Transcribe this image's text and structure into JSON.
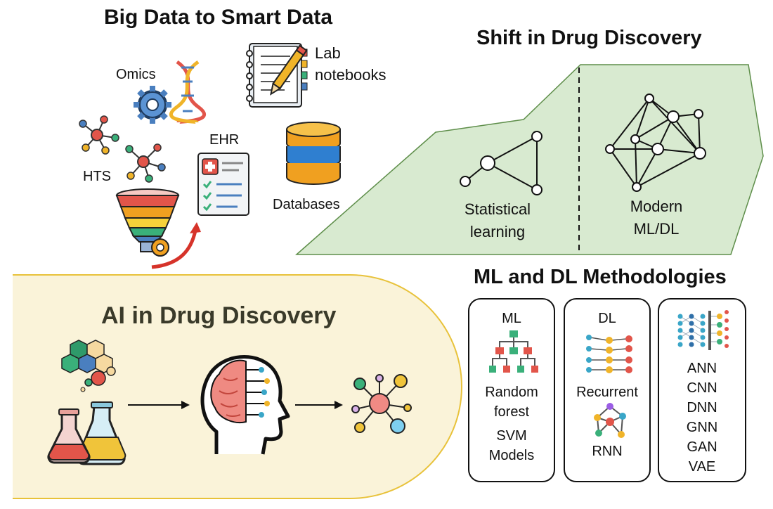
{
  "big_data": {
    "title": "Big Data to Smart Data",
    "labels": {
      "omics": "Omics",
      "lab_notebooks": "Lab\nnotebooks",
      "hts": "HTS",
      "ehr": "EHR",
      "databases": "Databases"
    }
  },
  "shift": {
    "title": "Shift in Drug Discovery",
    "statistical": "Statistical\nlearning",
    "modern": "Modern\nML/DL",
    "background_color": "#d8ead0"
  },
  "ai_panel": {
    "title": "AI in Drug Discovery",
    "background_color": "#faf3d9",
    "border_color": "#e8c23a"
  },
  "methodologies": {
    "title": "ML and DL Methodologies",
    "ml": {
      "header": "ML",
      "items": [
        "Random\nforest",
        "SVM",
        "Models"
      ]
    },
    "dl": {
      "header": "DL",
      "items": [
        "Recurrent",
        "RNN"
      ]
    },
    "nets": {
      "items": [
        "ANN",
        "CNN",
        "DNN",
        "GNN",
        "GAN",
        "VAE"
      ]
    }
  }
}
